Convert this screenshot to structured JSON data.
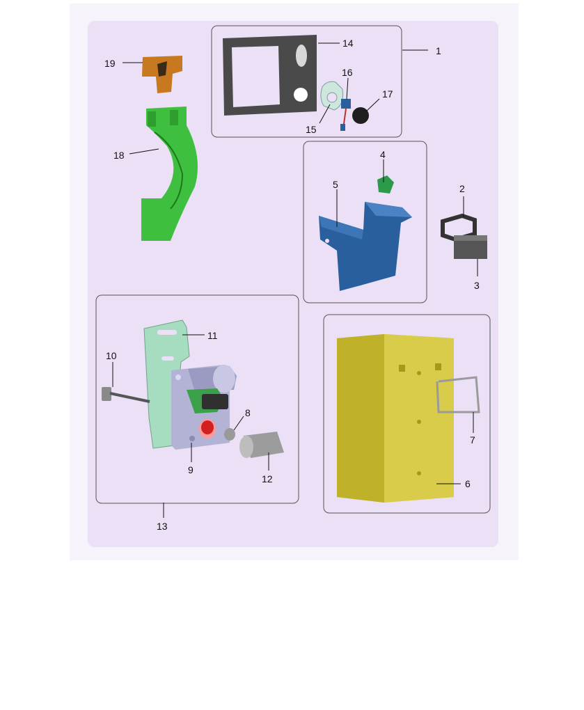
{
  "diagram": {
    "callouts": [
      "1",
      "2",
      "3",
      "4",
      "5",
      "6",
      "7",
      "8",
      "9",
      "10",
      "11",
      "12",
      "13",
      "14",
      "15",
      "16",
      "17",
      "18",
      "19"
    ],
    "colors": {
      "outer_bg": "#f6f3fa",
      "panel_bg": "#ebe0f5",
      "frame_dark": "#4a4a4a",
      "green": "#3fbf3f",
      "orange": "#c8781e",
      "blue": "#2a5f9e",
      "yellow": "#cfc133",
      "lavender_part": "#b3b3d6",
      "mint_bracket": "#a6dcc0",
      "red": "#d12020"
    },
    "parts": {
      "p1": "control-panel-assembly",
      "p2": "handle",
      "p3": "latch",
      "p4": "clip",
      "p5": "bracket-blue",
      "p6": "yellow-housing",
      "p7": "wire-handle",
      "p8": "bushing",
      "p9": "switch-body",
      "p10": "bolt",
      "p11": "mount-plate",
      "p12": "cylinder",
      "p13": "switch-assembly",
      "p14": "bezel",
      "p15": "gasket",
      "p16": "connector",
      "p17": "knob",
      "p18": "green-guard",
      "p19": "orange-clip"
    }
  }
}
